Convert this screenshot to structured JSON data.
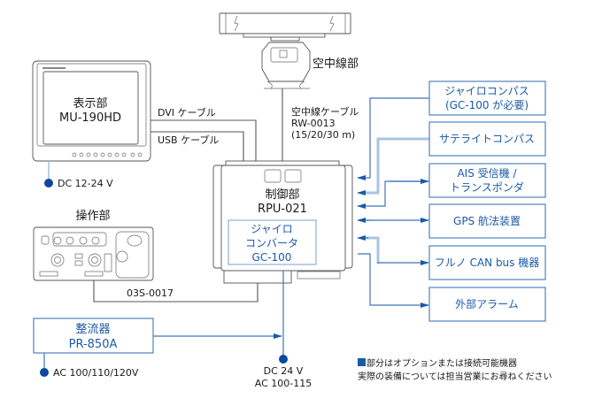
{
  "colors": {
    "accent": "#1a5aa8",
    "box_border": "#4f82bd",
    "dot": "#0a4a9e",
    "line_light": "#a9c4e2",
    "line_gray": "#555555"
  },
  "display_unit": {
    "title": "表示部",
    "model": "MU-190HD",
    "power": "DC 12-24 V"
  },
  "cables": {
    "dvi": "DVI ケーブル",
    "usb": "USB ケーブル",
    "antenna_name": "空中線ケーブル",
    "antenna_model": "RW-0013",
    "antenna_lengths": "(15/20/30 m)",
    "control_cable": "03S-0017"
  },
  "antenna_unit": {
    "title": "空中線部"
  },
  "processor_unit": {
    "title": "制御部",
    "model": "RPU-021",
    "gyro_converter_line1": "ジャイロ",
    "gyro_converter_line2": "コンバータ",
    "gyro_converter_model": "GC-100"
  },
  "control_unit": {
    "title": "操作部"
  },
  "rectifier": {
    "title": "整流器",
    "model": "PR-850A",
    "power": "AC 100/110/120V"
  },
  "processor_power": {
    "line1": "DC 24 V",
    "line2": "AC 100-115"
  },
  "peripherals": [
    {
      "line1": "ジャイロコンパス",
      "line2": "(GC-100 が必要)",
      "direction": "in"
    },
    {
      "line1": "サテライトコンパス",
      "line2": "",
      "direction": "in"
    },
    {
      "line1": "AIS 受信機 /",
      "line2": "トランスポンダ",
      "direction": "both"
    },
    {
      "line1": "GPS 航法装置",
      "line2": "",
      "direction": "both"
    },
    {
      "line1": "フルノ CAN bus 機器",
      "line2": "",
      "direction": "both"
    },
    {
      "line1": "外部アラーム",
      "line2": "",
      "direction": "out"
    }
  ],
  "legend": {
    "line1": "部分はオプションまたは接続可能機器",
    "line2": "実際の装備については担当営業にお尋ねください"
  }
}
